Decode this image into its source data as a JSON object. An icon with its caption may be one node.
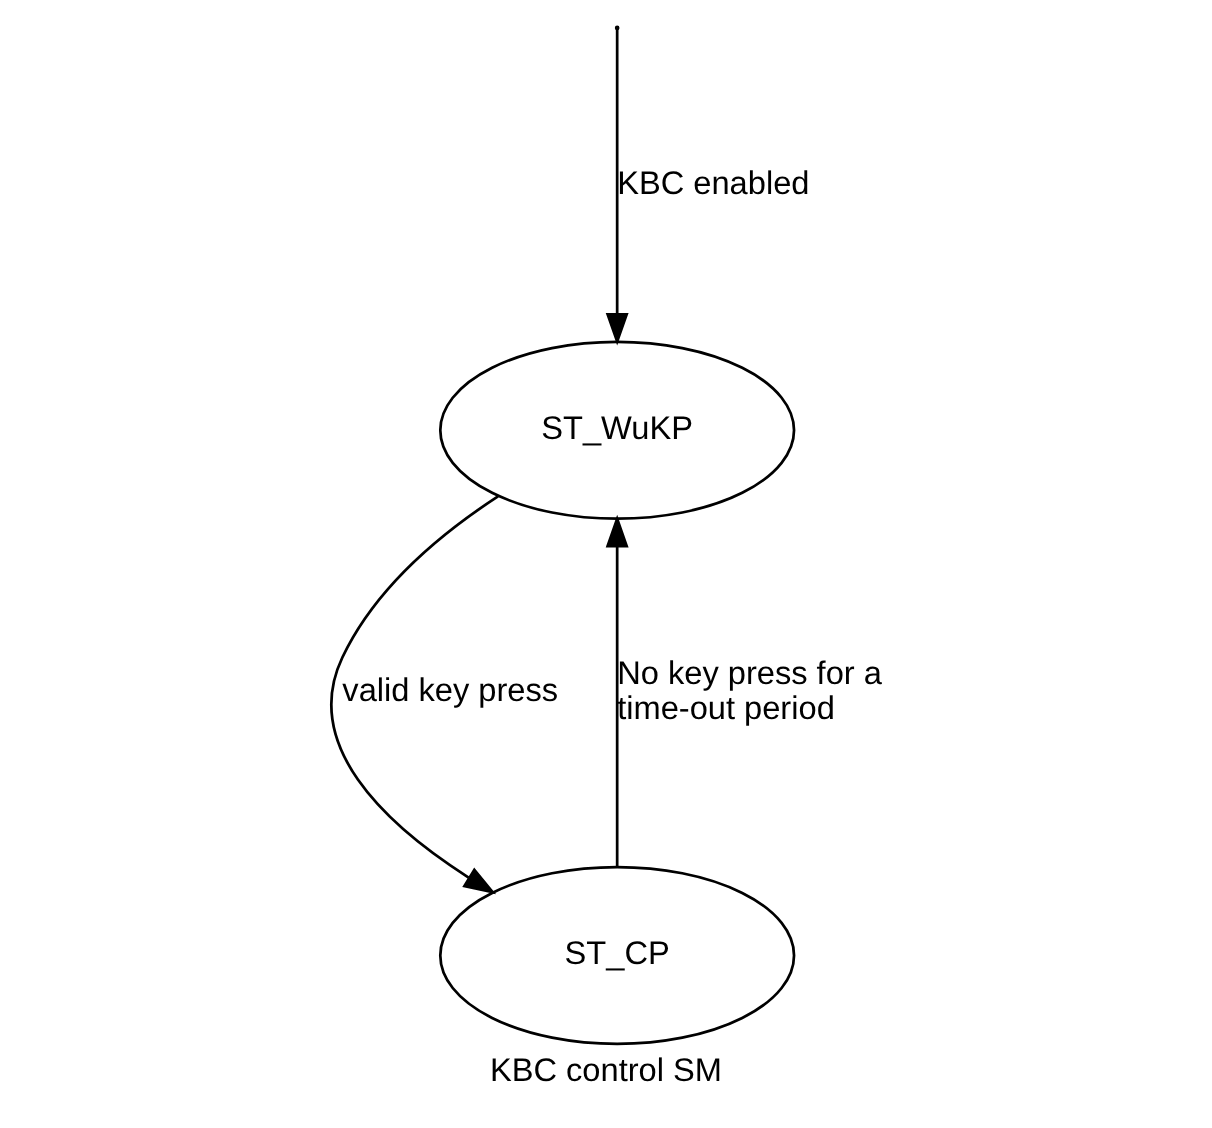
{
  "diagram": {
    "caption": "KBC control SM",
    "nodes": [
      {
        "text": [
          "ST_WuKP"
        ]
      },
      {
        "text": [
          "ST_CP"
        ]
      }
    ],
    "edges": [
      {
        "from": null,
        "to": 0,
        "arrow": "to",
        "label": "KBC enabled"
      },
      {
        "from": 0,
        "to": 1,
        "arrow": "to",
        "label": "valid key press"
      },
      {
        "from": 1,
        "to": 0,
        "arrow": "to",
        "label": "No key press for a time-out period"
      }
    ]
  }
}
